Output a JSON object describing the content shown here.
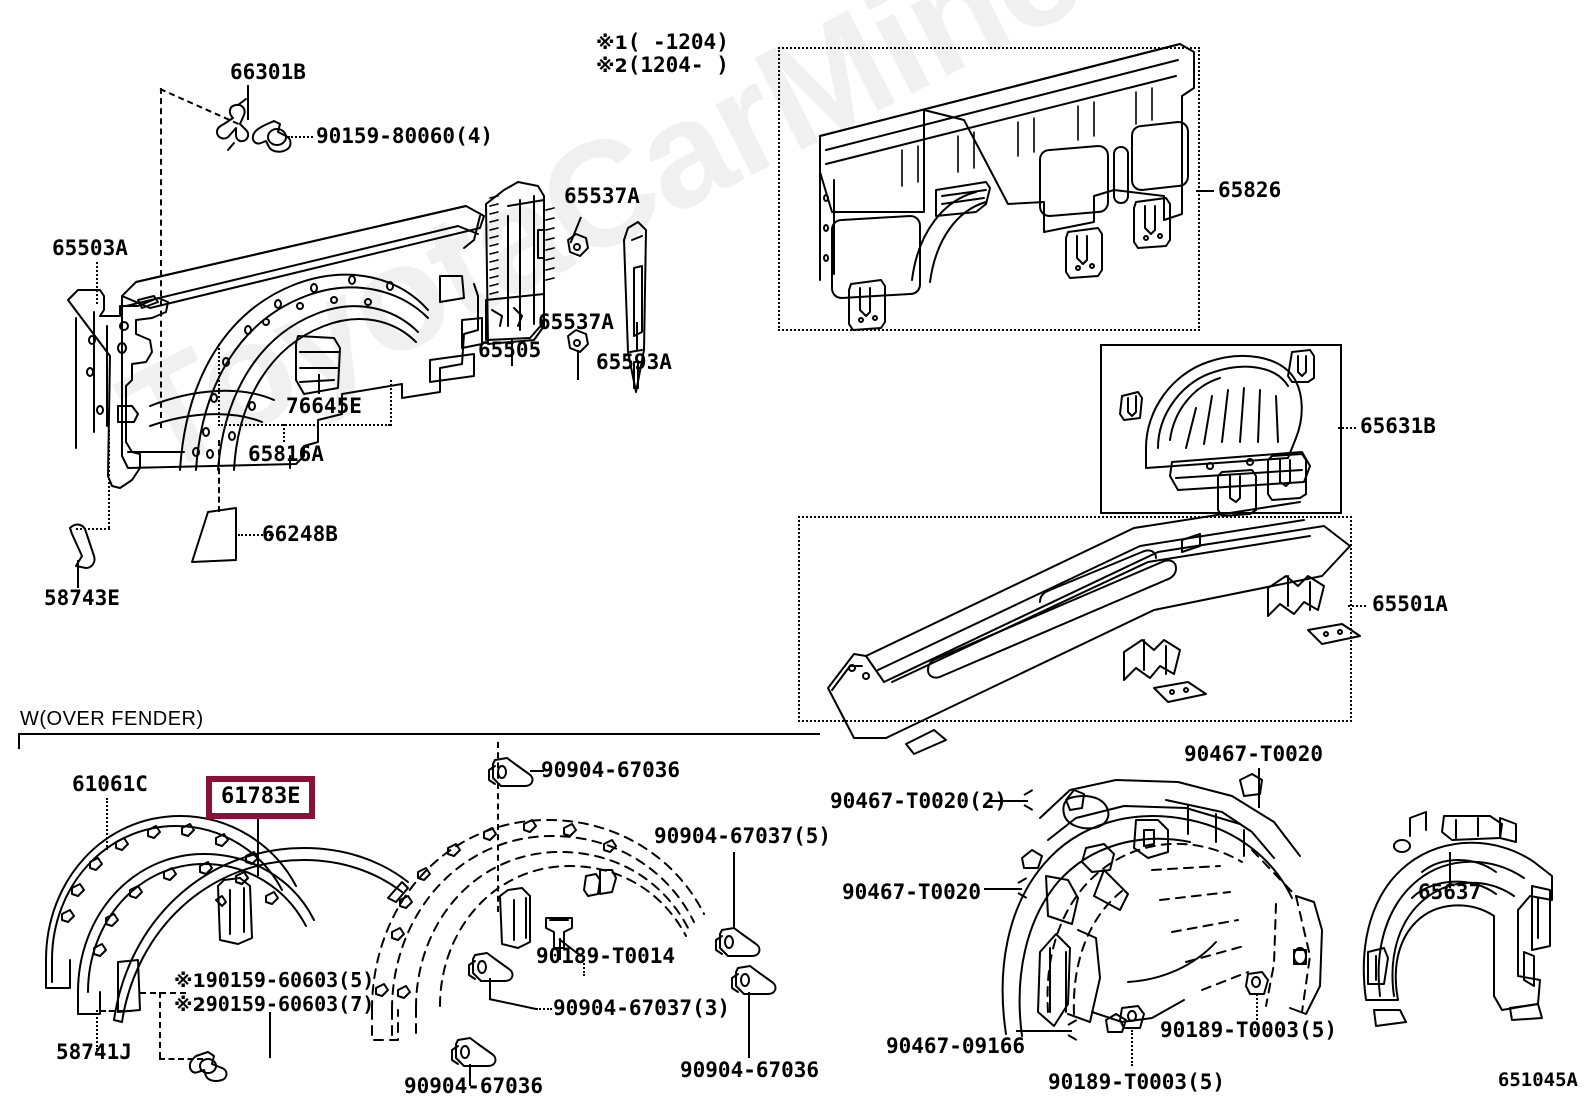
{
  "diagram": {
    "code": "651045A",
    "watermark": "ToyotaCarMine.ru",
    "section_title": "W(OVER FENDER)",
    "notes": [
      {
        "mark": "※1",
        "text": "(    -1204)"
      },
      {
        "mark": "※2",
        "text": "(1204-    )"
      }
    ]
  },
  "labels": {
    "p66301B": "66301B",
    "p90159_80060": "90159-80060(4)",
    "p65503A": "65503A",
    "p65537A_top": "65537A",
    "p65537A_bottom": "65537A",
    "p65505": "65505",
    "p65593A": "65593A",
    "p76645E": "76645E",
    "p65816A": "65816A",
    "p66248B": "66248B",
    "p58743E": "58743E",
    "p65826": "65826",
    "p65631B": "65631B",
    "p65501A": "65501A",
    "p61061C": "61061C",
    "p61783E": "61783E",
    "p58741J": "58741J",
    "p90159_60603_5": "90159-60603(5)",
    "p90159_60603_7": "90159-60603(7)",
    "mark1": "※1",
    "mark2": "※2",
    "p90904_67036_a": "90904-67036",
    "p90904_67037_5": "90904-67037(5)",
    "p90189_T0014": "90189-T0014",
    "p90904_67037_3": "90904-67037(3)",
    "p90904_67036_b": "90904-67036",
    "p90904_67036_c": "90904-67036",
    "p90467_T0020_top": "90467-T0020",
    "p90467_T0020_2": "90467-T0020(2)",
    "p90467_T0020_mid": "90467-T0020",
    "p90467_09166": "90467-09166",
    "p90189_T0003_a": "90189-T0003(5)",
    "p90189_T0003_b": "90189-T0003(5)",
    "p65637": "65637"
  },
  "colors": {
    "highlight_border": "#8B1038",
    "ink": "#000000",
    "paper": "#ffffff"
  }
}
